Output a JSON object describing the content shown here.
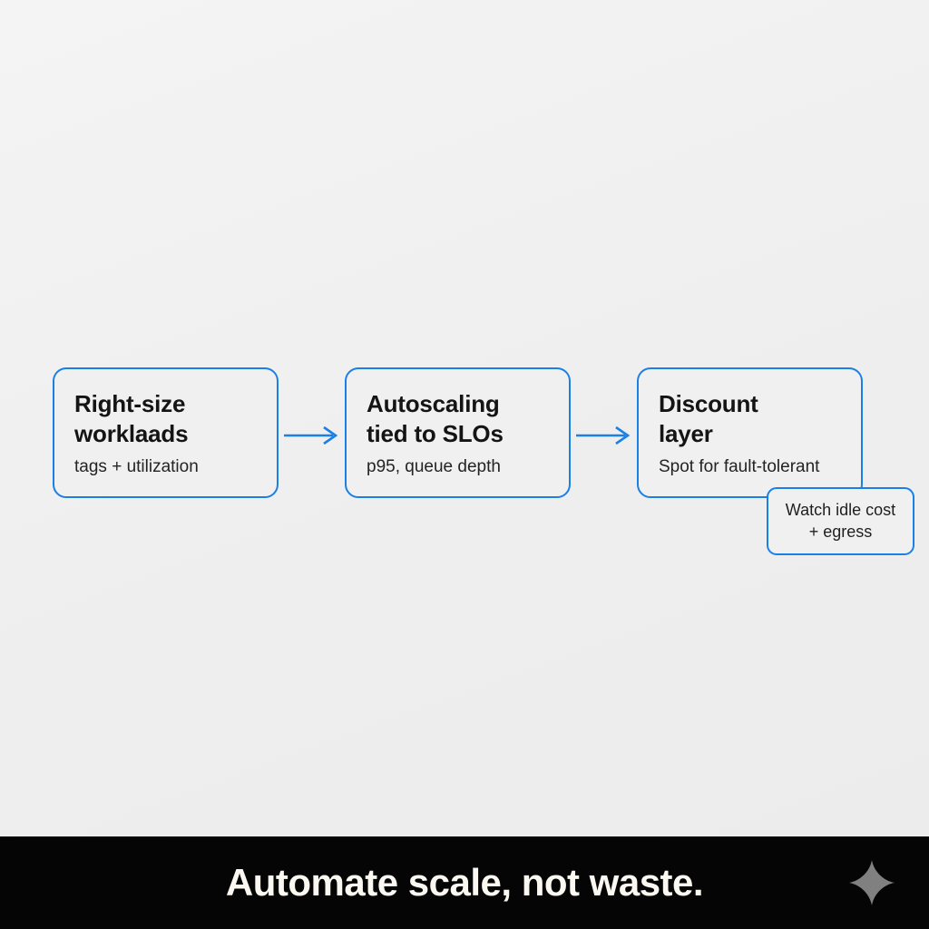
{
  "canvas": {
    "background_color": "#f0f0f0",
    "accent_color": "#1a80e5",
    "banner_color": "#050505"
  },
  "flow": {
    "boxes": [
      {
        "title": "Right-size\nworklaads",
        "subtitle": "tags + utilization"
      },
      {
        "title": "Autoscaling\ntied to SLOs",
        "subtitle": "p95, queue depth"
      },
      {
        "title": "Discount\nlayer",
        "subtitle": "Spot for fault-tolerant"
      }
    ],
    "connectors": [
      {
        "icon": "arrow-right-icon"
      },
      {
        "icon": "arrow-right-icon"
      }
    ],
    "callout": {
      "text": "Watch idle cost\n+ egress"
    }
  },
  "banner": {
    "text": "Automate scale, not waste.",
    "icon": "sparkle-icon",
    "icon_color": "#808080",
    "text_color": "#fbf8f2"
  }
}
